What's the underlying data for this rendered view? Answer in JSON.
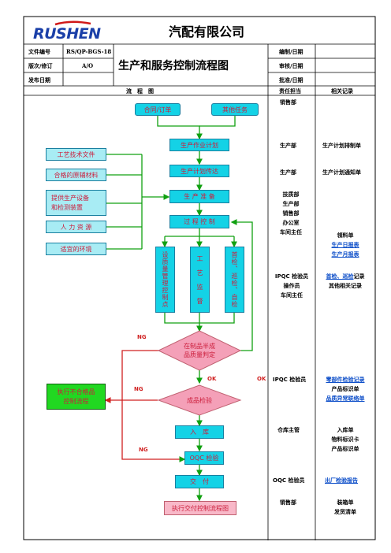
{
  "logo_text": "RUSHEN",
  "company_name": "汽配有限公司",
  "doc_title": "生产和服务控制流程图",
  "header": {
    "doc_no_label": "文件编号",
    "doc_no_value": "RS/QP-BGS-18",
    "version_label": "版次/修订",
    "version_value": "A/O",
    "release_label": "发布日期",
    "release_value": "",
    "prepared_label": "编制/日期",
    "reviewed_label": "审核/日期",
    "approved_label": "批准/日期"
  },
  "columns": {
    "flow": "流　程　图",
    "owner": "责任担当",
    "records": "相关记录"
  },
  "flow": {
    "contract": "合同/订单",
    "other_task": "其他任务",
    "plan": "生产作业计划",
    "plan_notice": "生产计划传达",
    "prepare": "生 产 准 备",
    "process_control": "过 程 控 制",
    "tech_docs": "工艺技术文件",
    "raw_material": "合格的原辅材料",
    "equipment_1": "提供生产设备",
    "equipment_2": "和检测装置",
    "hr": "人 力 资 源",
    "environment": "适宜的环境",
    "sub_quality": "设质量管理控制点",
    "sub_craft": "工　艺　监　督",
    "sub_inspect": "首检、巡检、自检",
    "wip_judge_1": "在制品半成",
    "wip_judge_2": "品质量判定",
    "finished_check": "成品检验",
    "nonconform_1": "执行不合格品",
    "nonconform_2": "控制流程",
    "storage": "入　库",
    "oqc": "OQC 检验",
    "delivery": "交　付",
    "delivery_proc": "执行交付控制流程图",
    "ng1": "NG",
    "ng2": "NG",
    "ng3": "NG",
    "ok1": "OK",
    "ok2": "OK"
  },
  "owners": {
    "r1": "销售部",
    "r2": "生产部",
    "r3": "生产部",
    "r4_1": "技质部",
    "r4_2": "生产部",
    "r4_3": "销售部",
    "r4_4": "办公室",
    "r4_5": "车间主任",
    "r5_1": "IPQC 检验员",
    "r5_2": "操作员",
    "r5_3": "车间主任",
    "r6": "IPQC 检验员",
    "r7": "仓库主管",
    "r8": "OQC 检验员",
    "r9": "销售部"
  },
  "records": {
    "r2": "生产计划排制单",
    "r3": "生产计划通知单",
    "r4_1": "领料单",
    "r4_2": "生产日报表",
    "r4_3": "生产月报表",
    "r5_1a": "首检、巡检",
    "r5_1b": "记录",
    "r5_2": "其他相关记录",
    "r6_1": "零部件检验记录",
    "r6_2": "产品标识单",
    "r6_3": "品质异常联络单",
    "r7_1": "入库单",
    "r7_2": "物料标识卡",
    "r7_3": "产品标识单",
    "r8": "出厂检验报告",
    "r9_1": "装箱单",
    "r9_2": "发货清单"
  },
  "colors": {
    "accent_blue": "#1a3fa8",
    "logo_red": "#d01818",
    "box_cyan": "#14d2e6",
    "diamond_pink": "#f4a0b8",
    "green_box": "#21d821",
    "arrow_green": "#10a010",
    "arrow_red": "#d02020"
  }
}
